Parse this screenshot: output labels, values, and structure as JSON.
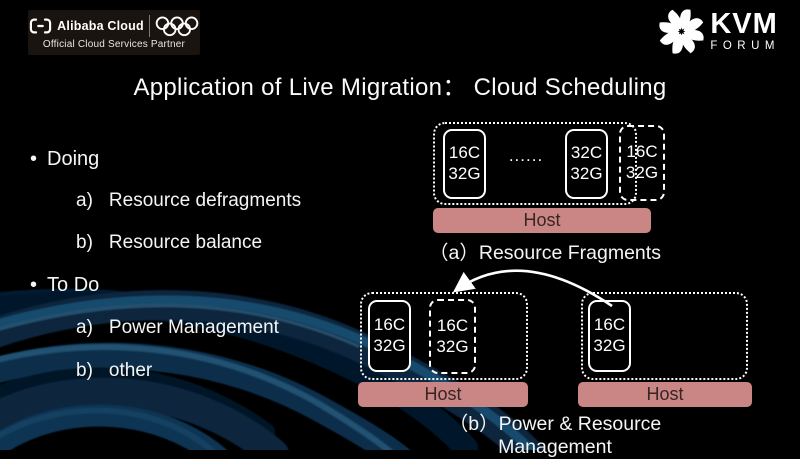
{
  "colors": {
    "background": "#000000",
    "host_bar": "#c98685",
    "host_text": "#382525",
    "cable_blue": "#1a5988",
    "text": "#f2f2f2"
  },
  "branding": {
    "alibaba": {
      "name": "Alibaba Cloud",
      "subtitle": "Official Cloud Services Partner"
    },
    "kvm": {
      "name": "KVM",
      "subtitle": "FORUM"
    }
  },
  "title": "Application of Live Migration：  Cloud Scheduling",
  "outline": {
    "sections": [
      {
        "bullet": "•",
        "label": "Doing",
        "items": [
          {
            "marker": "a)",
            "text": "Resource defragments"
          },
          {
            "marker": "b)",
            "text": "Resource balance"
          }
        ]
      },
      {
        "bullet": "•",
        "label": "To Do",
        "items": [
          {
            "marker": "a)",
            "text": "Power Management"
          },
          {
            "marker": "b)",
            "text": "other"
          }
        ]
      }
    ]
  },
  "diagram_a": {
    "caption": "（a）Resource Fragments",
    "host_label": "Host",
    "ellipsis": "......",
    "vm1": {
      "cpu": "16C",
      "mem": "32G"
    },
    "vm2": {
      "cpu": "32C",
      "mem": "32G"
    },
    "vm3": {
      "cpu": "16C",
      "mem": "32G"
    }
  },
  "diagram_b": {
    "caption": "（b）Power & Resource Management",
    "left_host": {
      "host_label": "Host",
      "vm1": {
        "cpu": "16C",
        "mem": "32G"
      },
      "vm2": {
        "cpu": "16C",
        "mem": "32G"
      }
    },
    "right_host": {
      "host_label": "Host",
      "vm1": {
        "cpu": "16C",
        "mem": "32G"
      }
    }
  }
}
